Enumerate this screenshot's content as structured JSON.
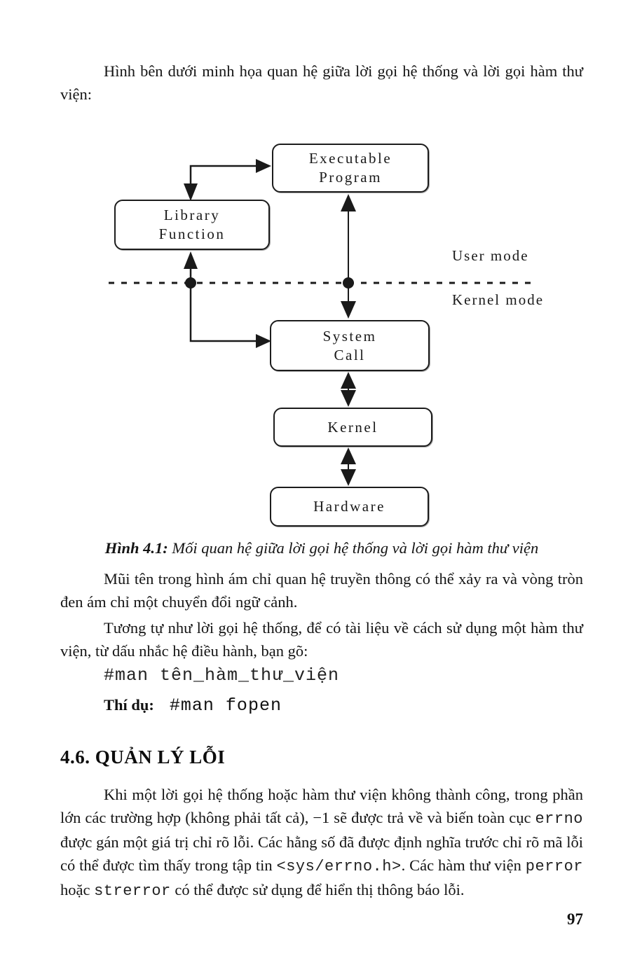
{
  "page_number": "97",
  "intro_paragraph": "Hình bên dưới minh họa quan hệ giữa lời gọi hệ thống và lời gọi hàm thư viện:",
  "figure": {
    "boxes": {
      "executable": {
        "line1": "Executable",
        "line2": "Program"
      },
      "library": {
        "line1": "Library",
        "line2": "Function"
      },
      "system_call": {
        "line1": "System",
        "line2": "Call"
      },
      "kernel": {
        "label": "Kernel"
      },
      "hardware": {
        "label": "Hardware"
      }
    },
    "user_mode_label": "User mode",
    "kernel_mode_label": "Kernel mode",
    "caption": {
      "prefix": "Hình 4.1:",
      "text": " Mối quan hệ giữa lời gọi hệ thống và lời gọi hàm thư viện"
    },
    "line_color": "#1a1a1a"
  },
  "arrows_paragraph": "Mũi tên trong hình ám chỉ quan hệ truyền thông có thể xảy ra và vòng tròn đen ám chỉ một chuyển đổi ngữ cảnh.",
  "man_paragraph": "Tương tự như lời gọi hệ thống, để có tài liệu về cách sử dụng một hàm thư viện, từ dấu nhắc hệ điều hành, bạn gõ:",
  "man_command": "#man tên_hàm_thư_viện",
  "example": {
    "label": "Thí dụ:",
    "command": "#man fopen"
  },
  "section": {
    "heading": "4.6. QUẢN LÝ LỖI",
    "body": {
      "seg1": "Khi một lời gọi hệ thống hoặc hàm thư viện không thành công, trong phần lớn các trường hợp (không phải tất cả), −1 sẽ được trả về và biến toàn cục ",
      "code1": "errno",
      "seg2": " được gán một giá trị chỉ rõ lỗi. Các hằng số đã được định nghĩa trước chỉ rõ mã lỗi có thể được tìm thấy trong tập tin ",
      "code2": "<sys/errno.h>",
      "seg3": ". Các hàm thư viện ",
      "code3": "perror",
      "seg4": " hoặc ",
      "code4": "strerror",
      "seg5": " có thể được sử dụng để hiển thị thông báo lỗi."
    }
  }
}
